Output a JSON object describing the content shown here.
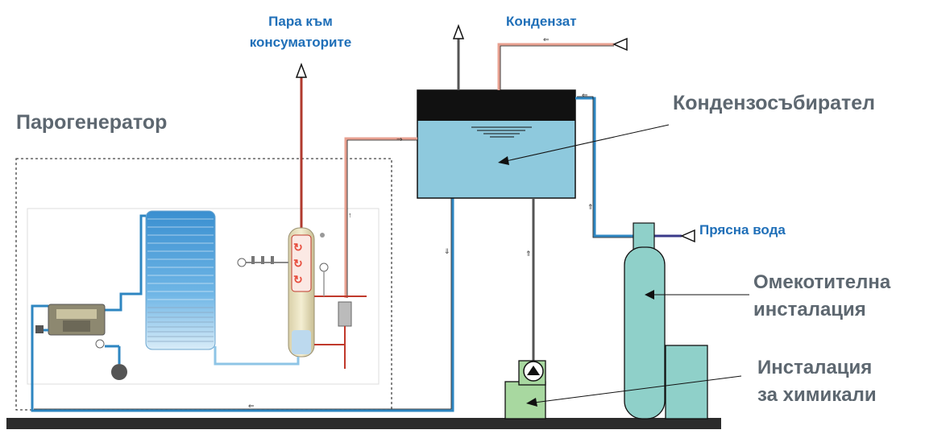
{
  "labels": {
    "steam_to_consumers": [
      "Пара към",
      "консуматорите"
    ],
    "condensate": "Кондензат",
    "steam_generator": "Парогенератор",
    "condensate_collector": "Кондензосъбирател",
    "fresh_water": "Прясна вода",
    "softener": [
      "Омекотителна",
      "инсталация"
    ],
    "chemicals": [
      "Инсталация",
      "за химикали"
    ]
  },
  "colors": {
    "steam_line": "#b03a2e",
    "condensate_line": "#e8a090",
    "water_line": "#2e86c1",
    "tank_water": "#8ec9dd",
    "softener_fill": "#8fd0c9",
    "chem_fill": "#a8d8a0",
    "base": "#222222",
    "text_blue": "#1f6fb8",
    "text_gray": "#5d6770"
  }
}
